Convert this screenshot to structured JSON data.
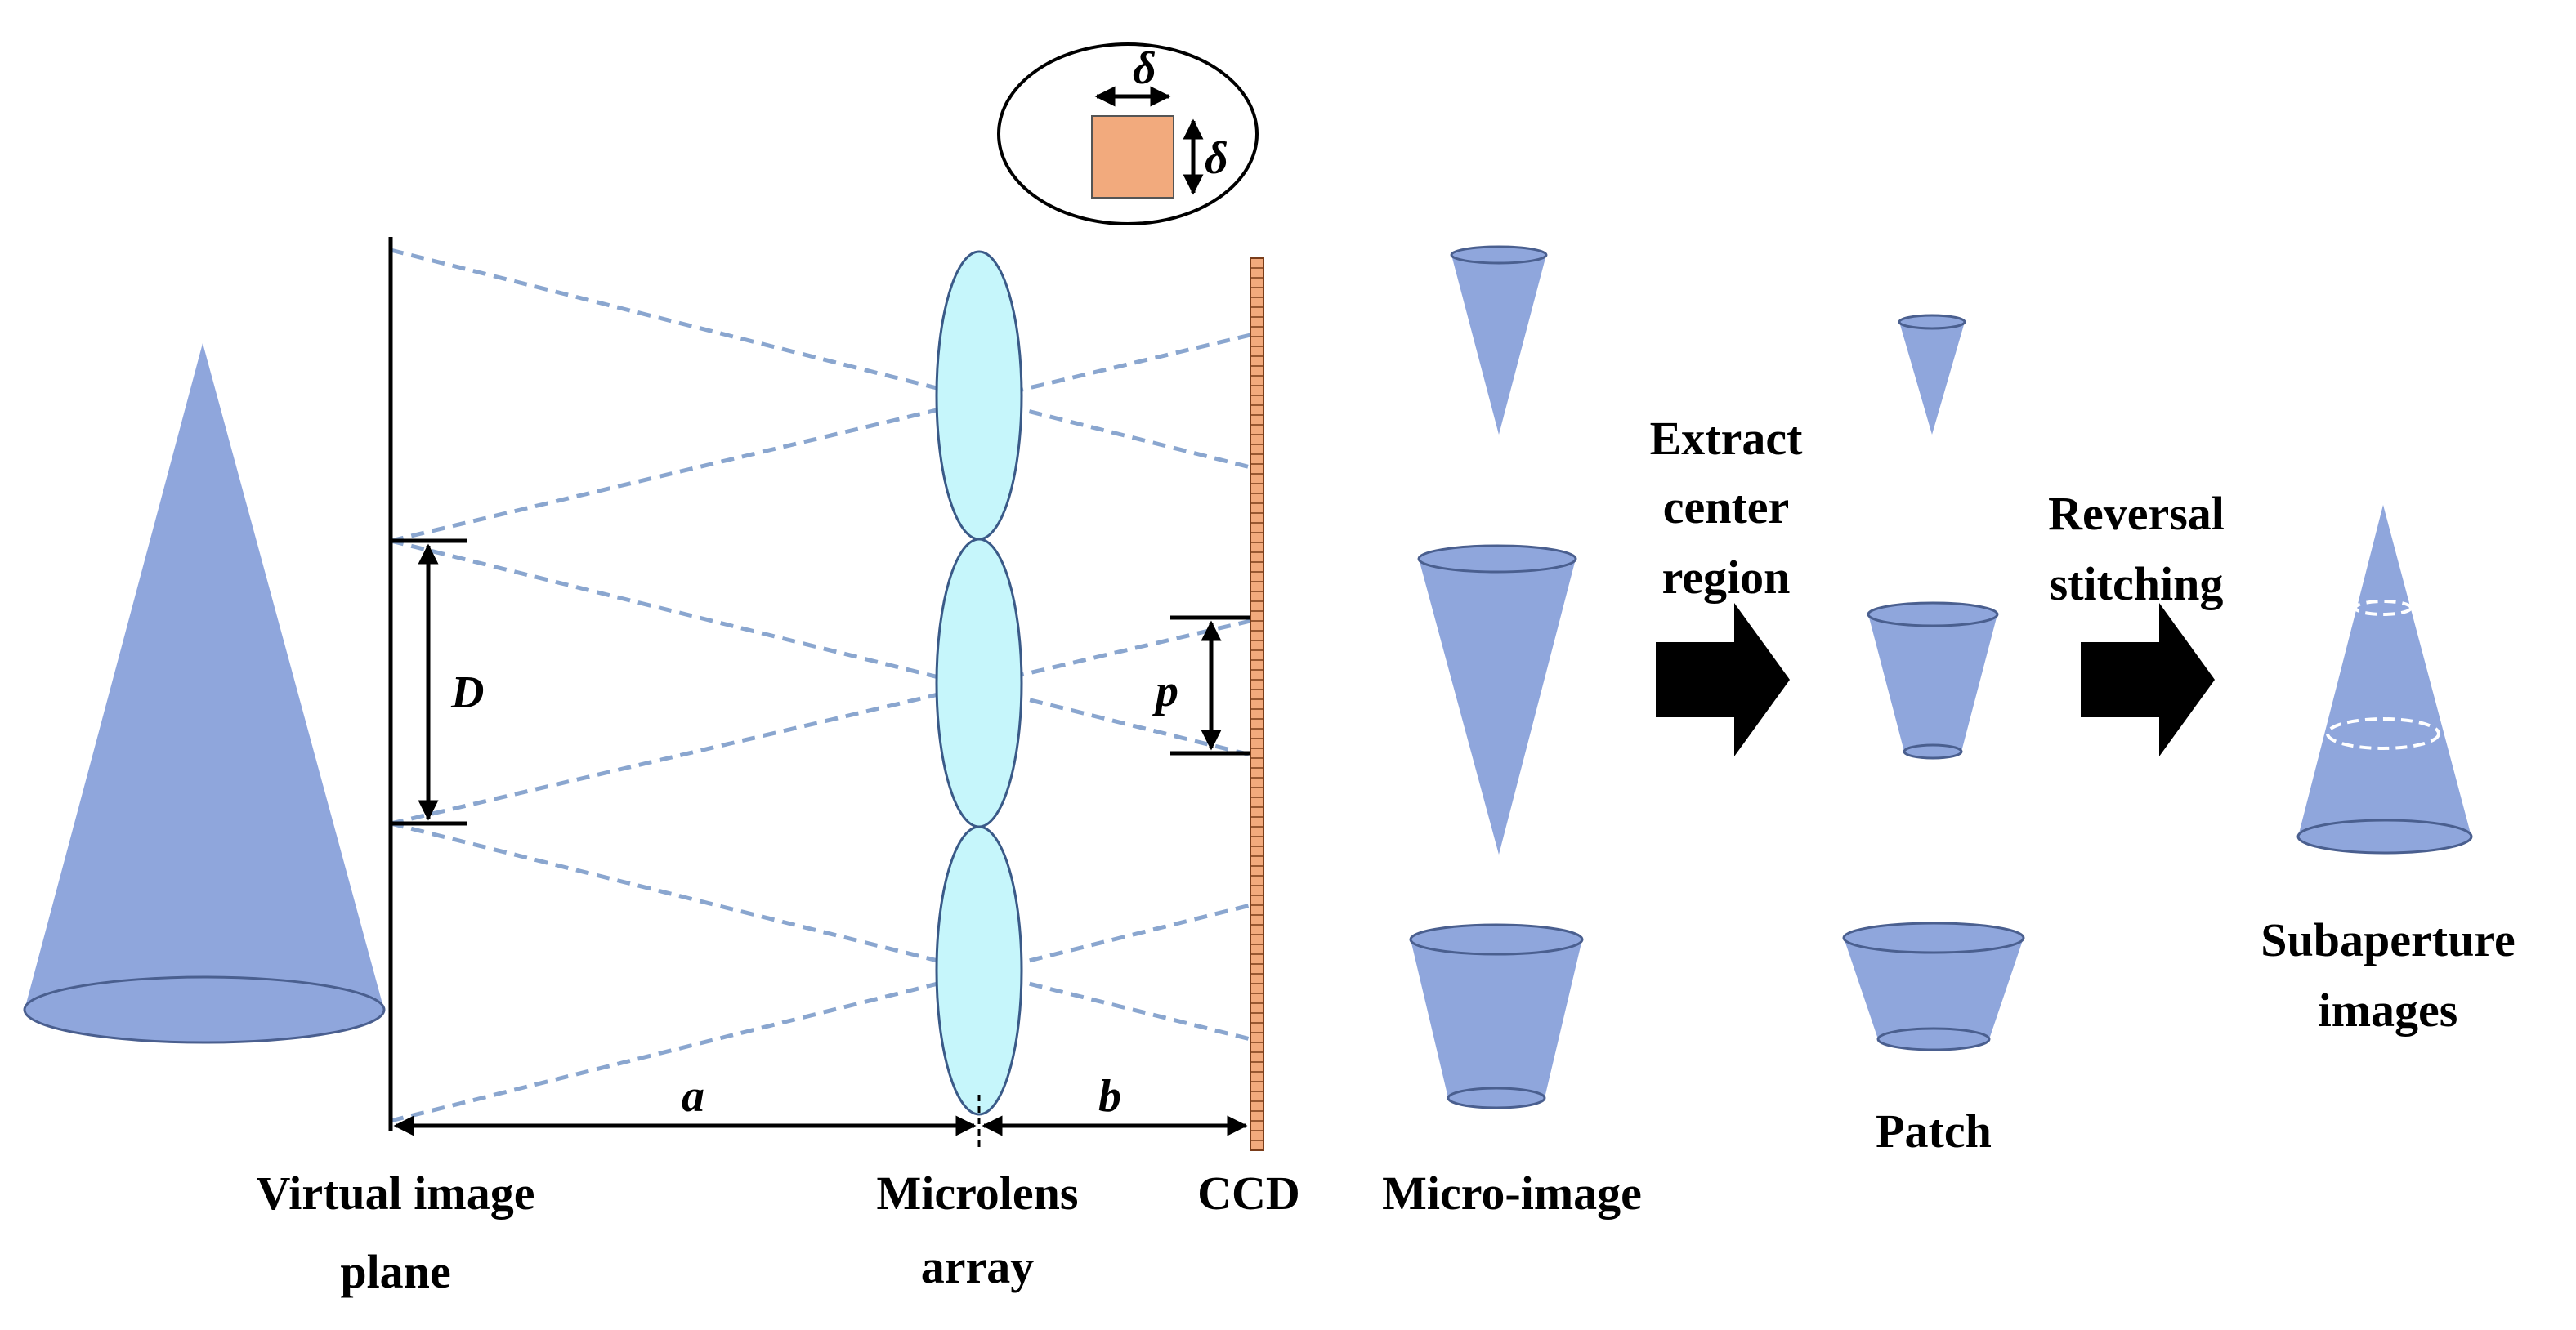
{
  "labels": {
    "virtual_image_plane_1": "Virtual image",
    "virtual_image_plane_2": "plane",
    "microlens_array_1": "Microlens",
    "microlens_array_2": "array",
    "ccd": "CCD",
    "micro_image": "Micro-image",
    "extract_1": "Extract",
    "extract_2": "center",
    "extract_3": "region",
    "patch": "Patch",
    "reversal_1": "Reversal",
    "reversal_2": "stitching",
    "subaperture_1": "Subaperture",
    "subaperture_2": "images"
  },
  "symbols": {
    "D": "D",
    "p": "p",
    "a": "a",
    "b": "b",
    "delta_h": "δ",
    "delta_v": "δ"
  },
  "colors": {
    "cone_fill": "#8fa6dc",
    "cone_stroke": "#4a5f8f",
    "lens_fill": "#c6f6fb",
    "lens_stroke": "#3a5a88",
    "ccd_fill": "#f2aa7d",
    "ray": "#8aa6cf",
    "arrow": "#000000"
  }
}
